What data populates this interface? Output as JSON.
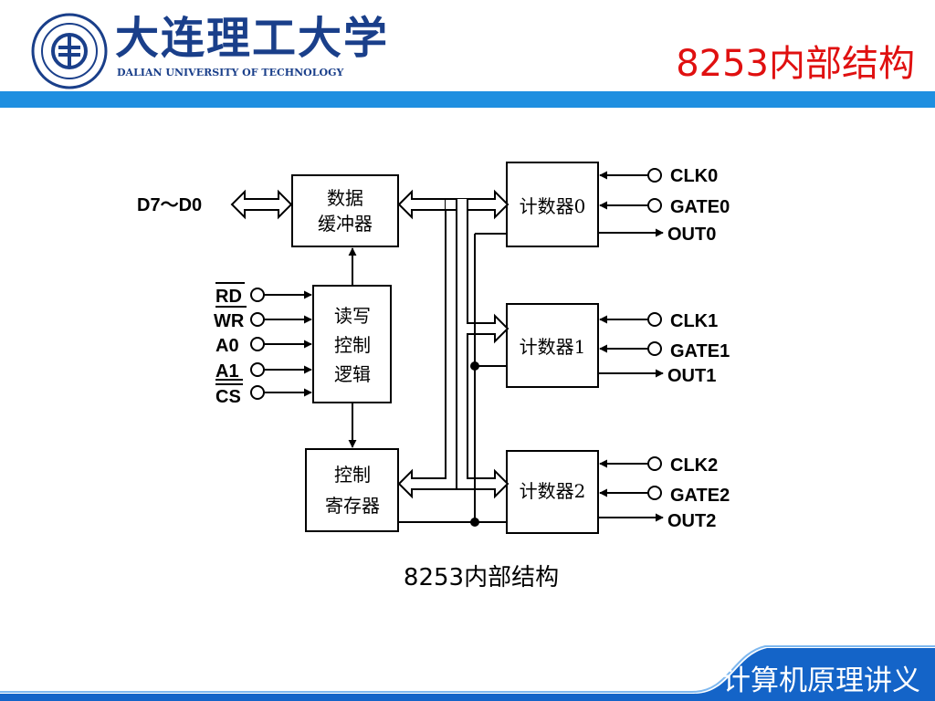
{
  "header": {
    "university_cn": "大连理工大学",
    "university_en": "DALIAN UNIVERSITY OF TECHNOLOGY",
    "slide_title": "8253内部结构"
  },
  "diagram": {
    "data_bus": "D7～D0",
    "data_buffer": [
      "数据",
      "缓冲器"
    ],
    "rw_logic": [
      "读写",
      "控制",
      "逻辑"
    ],
    "control_register": [
      "控制",
      "寄存器"
    ],
    "inputs": [
      "RD",
      "WR",
      "A0",
      "A1",
      "CS"
    ],
    "counters": [
      {
        "name": "计数器0",
        "clk": "CLK0",
        "gate": "GATE0",
        "out": "OUT0"
      },
      {
        "name": "计数器1",
        "clk": "CLK1",
        "gate": "GATE1",
        "out": "OUT1"
      },
      {
        "name": "计数器2",
        "clk": "CLK2",
        "gate": "GATE2",
        "out": "OUT2"
      }
    ],
    "caption": "8253内部结构"
  },
  "footer": {
    "text": "计算机原理讲义"
  },
  "colors": {
    "title": "#e01010",
    "accent_bar": "#1f8fe0",
    "footer": "#1464c8",
    "logo": "#1a3f8a"
  }
}
